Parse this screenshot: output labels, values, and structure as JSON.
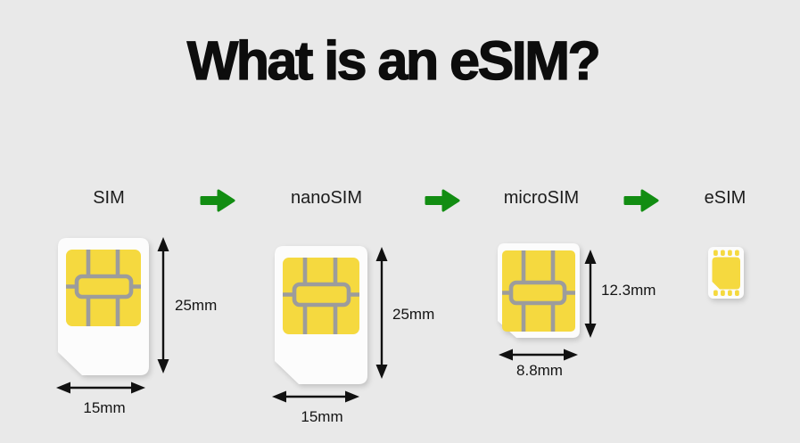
{
  "title": "What is an eSIM?",
  "colors": {
    "background": "#e9e9e9",
    "arrow_green": "#128d12",
    "card_white": "#fcfcfc",
    "contact_yellow": "#f5d93f",
    "contact_line_gray": "#9c9c9c",
    "dimension_black": "#111111"
  },
  "stages": [
    {
      "label": "SIM",
      "kind": "standard-sim-card",
      "height": "25mm",
      "width": "15mm"
    },
    {
      "label": "nanoSIM",
      "kind": "sim-card",
      "height": "25mm",
      "width": "15mm"
    },
    {
      "label": "microSIM",
      "kind": "small-sim-card",
      "height": "12.3mm",
      "width": "8.8mm"
    },
    {
      "label": "eSIM",
      "kind": "embedded-chip"
    }
  ],
  "icons": {
    "flow_arrow": "right-arrow"
  }
}
